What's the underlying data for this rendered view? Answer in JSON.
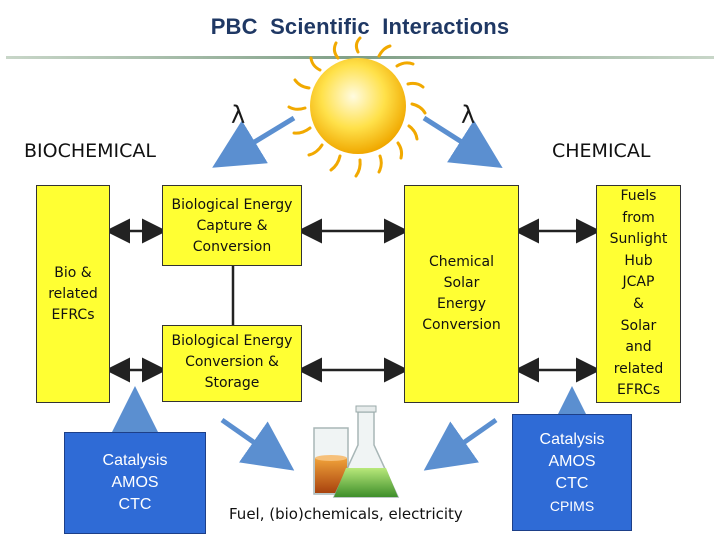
{
  "title": {
    "part1": "PBC",
    "part2": "Scientific",
    "part3": "Interactions"
  },
  "lambda_left": "λ",
  "lambda_right": "λ",
  "biochemical": "BIOCHEMICAL",
  "chemical": "CHEMICAL",
  "bio_efrcs": "Bio &\nrelated\nEFRCs",
  "bio_capture": "Biological Energy\nCapture &\nConversion",
  "bio_storage": "Biological Energy\nConversion &\nStorage",
  "chem_solar": "Chemical\nSolar\nEnergy\nConversion",
  "fuels_hub": "Fuels\nfrom\nSunlight\nHub\nJCAP\n&\nSolar\nand\nrelated\nEFRCs",
  "catalysis_left": [
    "Catalysis",
    "AMOS",
    "CTC"
  ],
  "catalysis_right": [
    "Catalysis",
    "AMOS",
    "CTC",
    "CPIMS"
  ],
  "fuel_line": "Fuel, (bio)chemicals, electricity",
  "colors": {
    "yellow": "#ffff33",
    "blue_box": "#2f6bd6",
    "arrow_blue": "#5b8fd0",
    "title": "#1f3864"
  }
}
